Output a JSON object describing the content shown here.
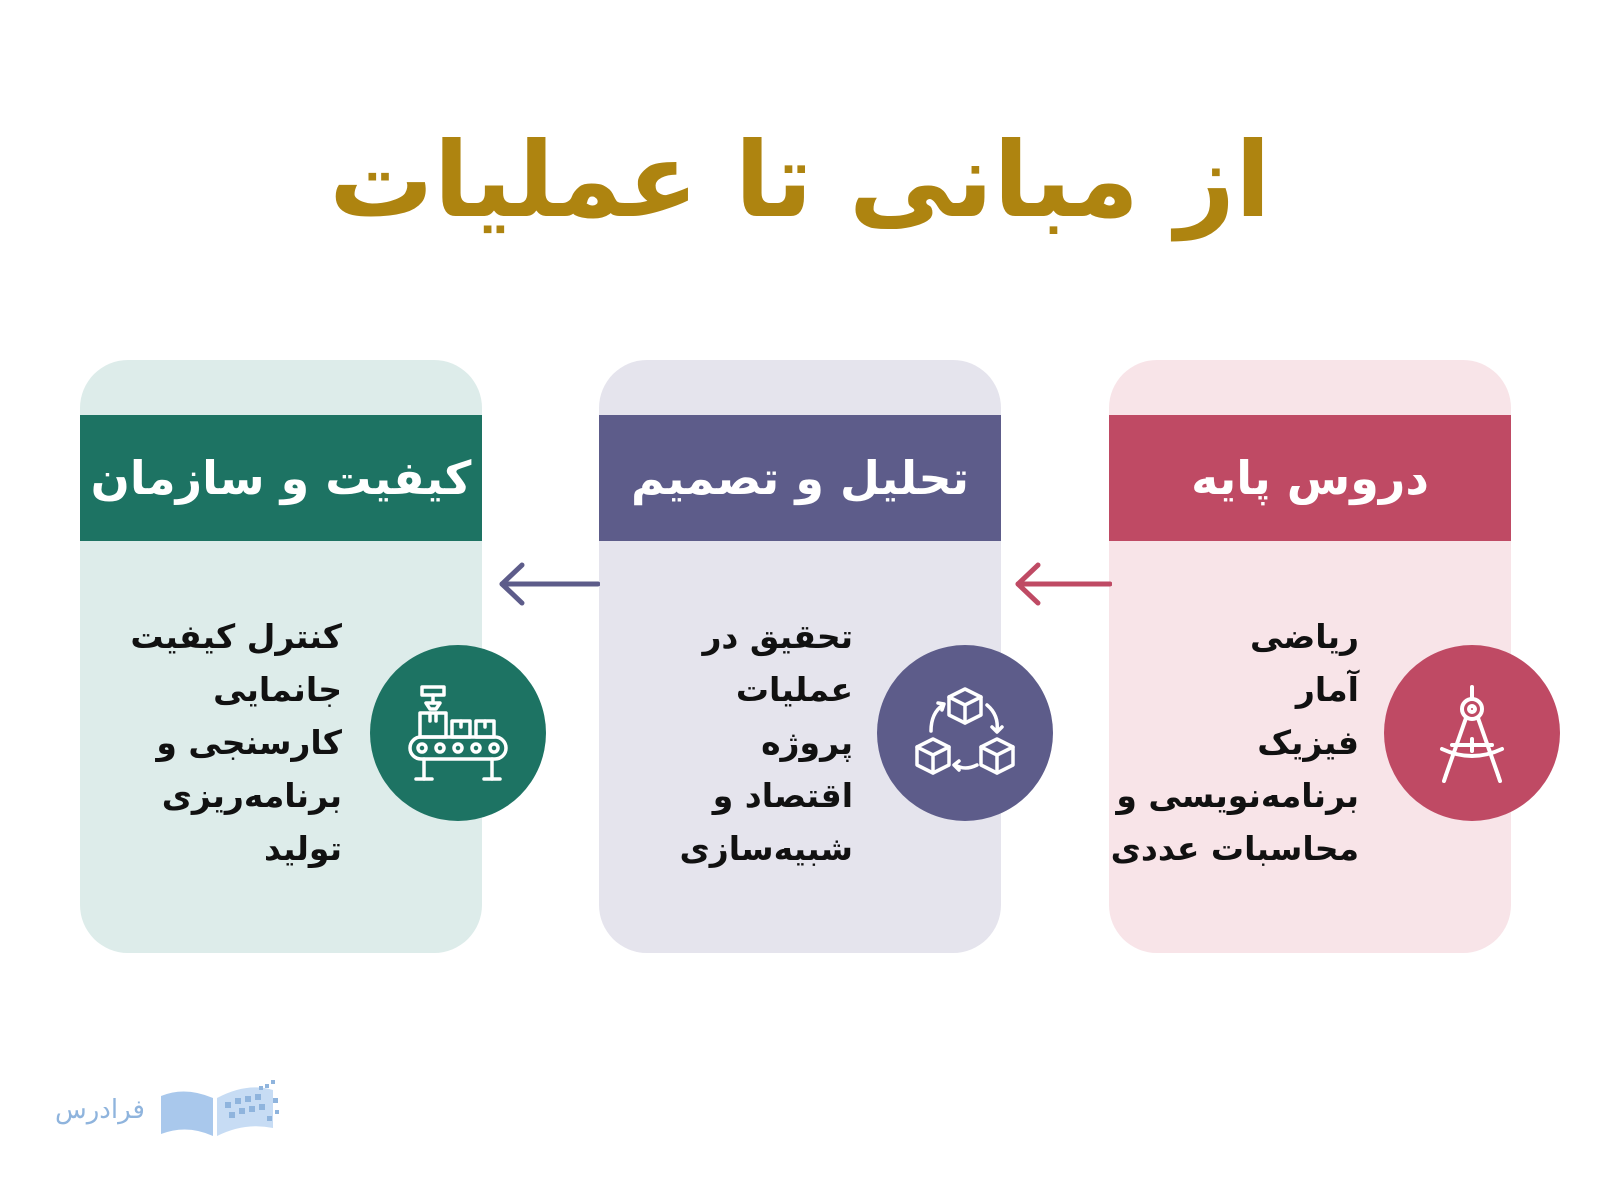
{
  "title": "از مبانی تا عملیات",
  "stages": [
    {
      "key": "basic",
      "heading": "دروس پایه",
      "items": [
        "ریاضی",
        "آمار",
        "فیزیک",
        "برنامه‌نویسی و",
        "محاسبات عددی"
      ],
      "icon": "drafting-compass-icon",
      "color": "#bf4a64"
    },
    {
      "key": "analysis",
      "heading": "تحلیل و تصمیم",
      "items": [
        "تحقیق در عملیات",
        "پروژه",
        "اقتصاد و",
        "شبیه‌سازی"
      ],
      "icon": "cubes-cycle-icon",
      "color": "#5d5c8a"
    },
    {
      "key": "quality",
      "heading": "کیفیت و سازمان",
      "items": [
        "کنترل کیفیت",
        "جانمایی",
        "کارسنجی و",
        "برنامه‌ریزی تولید"
      ],
      "icon": "conveyor-belt-icon",
      "color": "#1d7363"
    }
  ],
  "logo": {
    "text": "فرادرس",
    "icon": "book-logo-icon"
  }
}
